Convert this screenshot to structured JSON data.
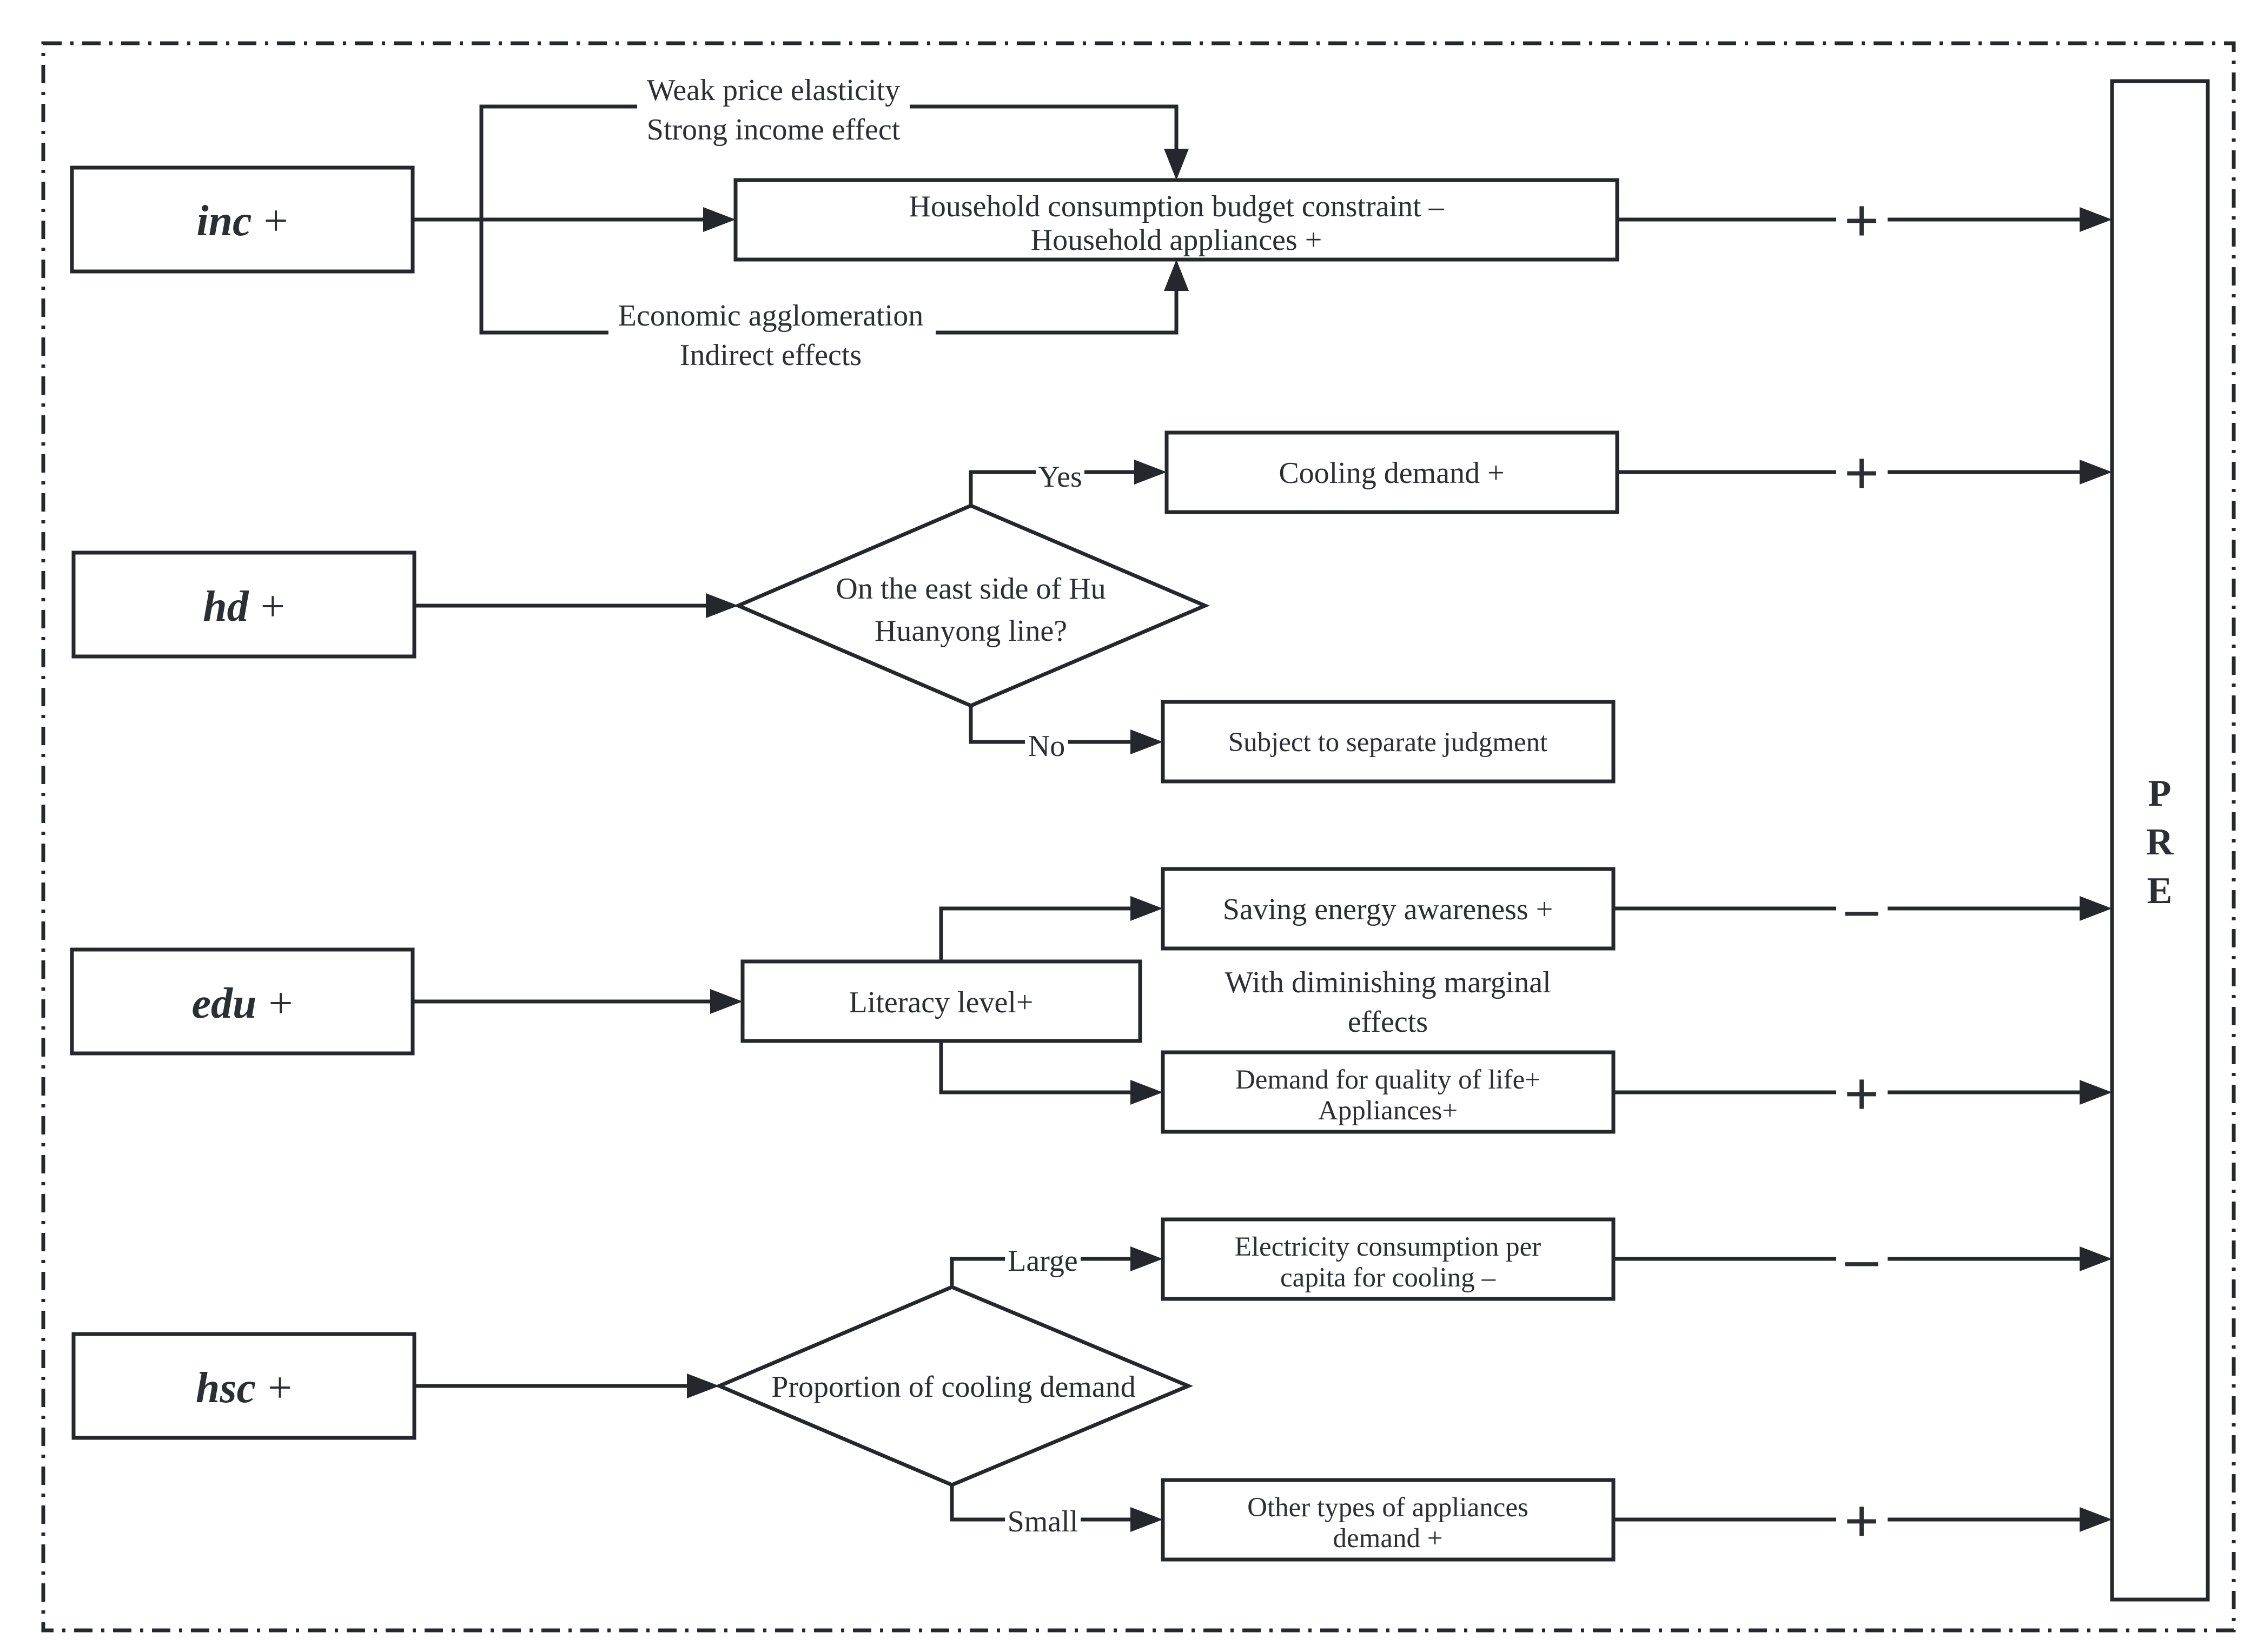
{
  "variables": {
    "inc": {
      "name": "inc",
      "sign": "+"
    },
    "hd": {
      "name": "hd",
      "sign": "+"
    },
    "edu": {
      "name": "edu",
      "sign": "+"
    },
    "hsc": {
      "name": "hsc",
      "sign": "+"
    }
  },
  "inc_path": {
    "label_top_1": "Weak price elasticity",
    "label_top_2": "Strong income effect",
    "node_line1": "Household consumption budget constraint –",
    "node_line2": "Household appliances +",
    "label_bottom_1": "Economic agglomeration",
    "label_bottom_2": "Indirect effects",
    "effect": "+"
  },
  "hd_path": {
    "decision_line1": "On the east side of Hu",
    "decision_line2": "Huanyong line?",
    "yes_label": "Yes",
    "no_label": "No",
    "yes_node": "Cooling demand +",
    "no_node": "Subject to separate judgment",
    "yes_effect": "+"
  },
  "edu_path": {
    "middle_node": "Literacy level+",
    "upper_node": "Saving energy awareness +",
    "upper_effect": "–",
    "note_line1": "With diminishing marginal",
    "note_line2": "effects",
    "lower_node_line1": "Demand for quality of life+",
    "lower_node_line2": "Appliances+",
    "lower_effect": "+"
  },
  "hsc_path": {
    "decision": "Proportion of cooling demand",
    "large_label": "Large",
    "small_label": "Small",
    "large_node_line1": "Electricity consumption per",
    "large_node_line2": "capita for cooling –",
    "large_effect": "–",
    "small_node_line1": "Other types of appliances",
    "small_node_line2": "demand +",
    "small_effect": "+"
  },
  "outcome": {
    "letters": [
      "P",
      "R",
      "E"
    ]
  }
}
